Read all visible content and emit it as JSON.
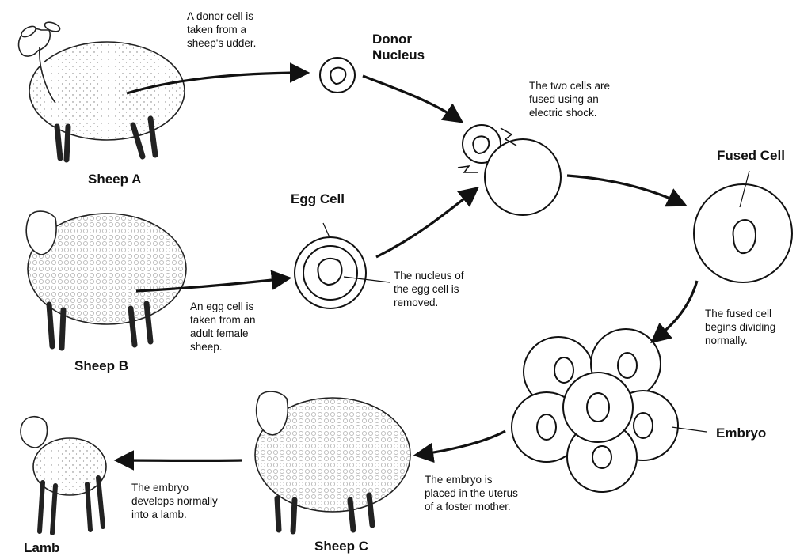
{
  "labels": {
    "sheep_a": "Sheep A",
    "sheep_b": "Sheep B",
    "sheep_c": "Sheep C",
    "lamb": "Lamb",
    "donor_nucleus": "Donor\nNucleus",
    "egg_cell": "Egg Cell",
    "fused_cell": "Fused Cell",
    "embryo": "Embryo"
  },
  "notes": {
    "donor": "A donor cell is\ntaken from a\nsheep's udder.",
    "fuse": "The two cells are\nfused using an\nelectric shock.",
    "egg_nucleus": "The nucleus of\nthe egg cell is\nremoved.",
    "egg_taken": "An egg cell is\ntaken from an\nadult female\nsheep.",
    "dividing": "The fused cell\nbegins dividing\nnormally.",
    "uterus": "The embryo is\nplaced in the uterus\nof a foster mother.",
    "develops": "The embryo\ndevelops normally\ninto a lamb."
  }
}
